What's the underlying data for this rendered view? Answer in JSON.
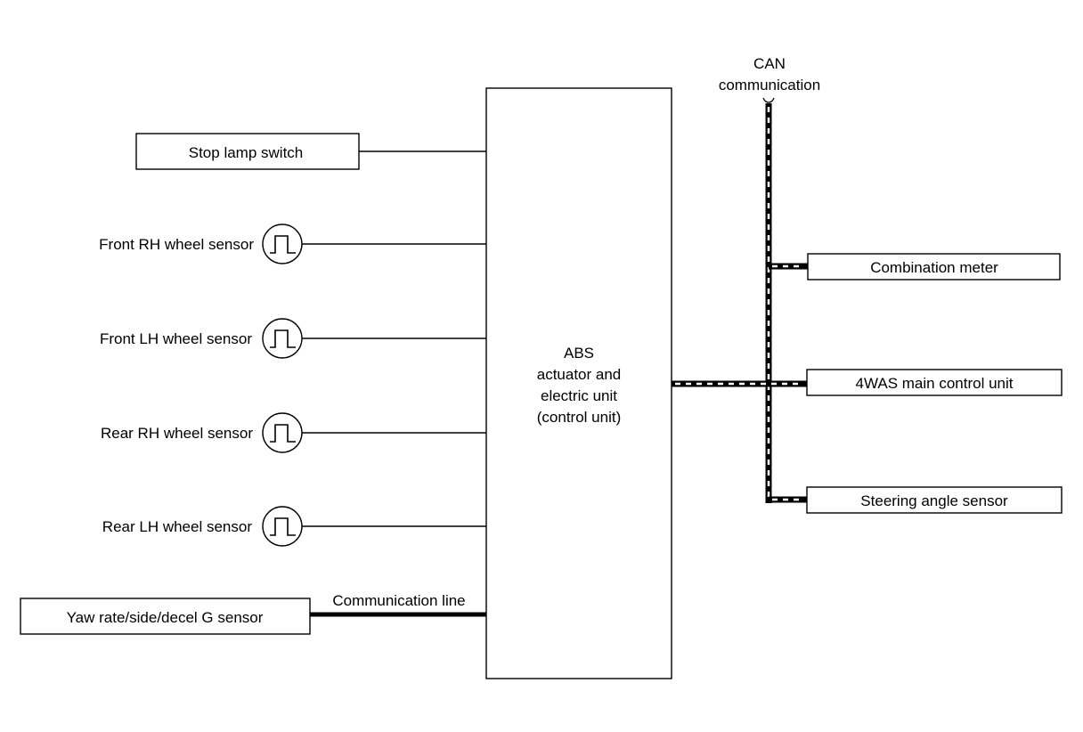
{
  "can_label": [
    "CAN",
    "communication"
  ],
  "abs_unit": {
    "lines": [
      "ABS",
      "actuator and",
      "electric unit",
      "(control unit)"
    ]
  },
  "stop_lamp": {
    "label": "Stop lamp switch"
  },
  "wheel_sensors": [
    {
      "label": "Front RH wheel sensor"
    },
    {
      "label": "Front LH wheel sensor"
    },
    {
      "label": "Rear RH wheel sensor"
    },
    {
      "label": "Rear LH wheel sensor"
    }
  ],
  "yaw_sensor": {
    "label": "Yaw rate/side/decel G sensor"
  },
  "comm_line": {
    "label": "Communication line"
  },
  "can_units": [
    {
      "label": "Combination meter"
    },
    {
      "label": "4WAS main control unit"
    },
    {
      "label": "Steering angle sensor"
    }
  ]
}
